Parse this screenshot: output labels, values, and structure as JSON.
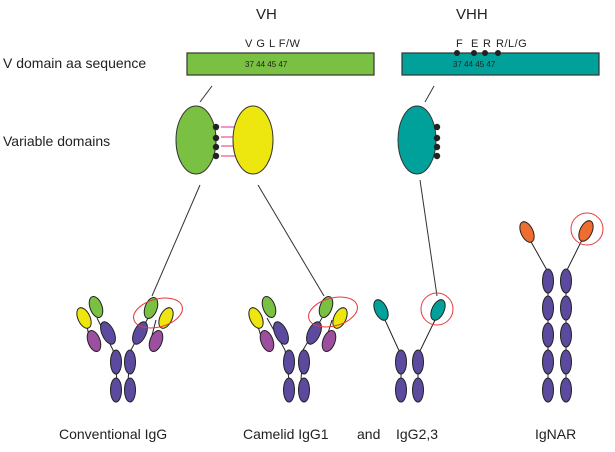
{
  "headers": {
    "vh": "VH",
    "vhh": "VHH"
  },
  "row_labels": {
    "sequence": "V domain aa sequence",
    "variable": "Variable domains"
  },
  "vh_bar": {
    "residues": "V G L F/W",
    "positions": "37 44 45 47",
    "color": "#7ac143"
  },
  "vhh_bar": {
    "residues": [
      "F",
      "E",
      "R",
      "R/L/G"
    ],
    "positions": "37 44 45 47",
    "color": "#00a19a"
  },
  "colors": {
    "vh": "#7ac143",
    "vl": "#ede60f",
    "vhh": "#00a19a",
    "constant": "#5b4a9e",
    "cl": "#9b4f9e",
    "vnar": "#ef6d2f",
    "highlight": "#e8393f",
    "hydro_link": "#ec5fa0"
  },
  "antibodies": {
    "conventional": "Conventional IgG",
    "camelid_igg1": "Camelid IgG1",
    "and": "and",
    "camelid_igg23": "IgG2,3",
    "ignar": "IgNAR"
  }
}
